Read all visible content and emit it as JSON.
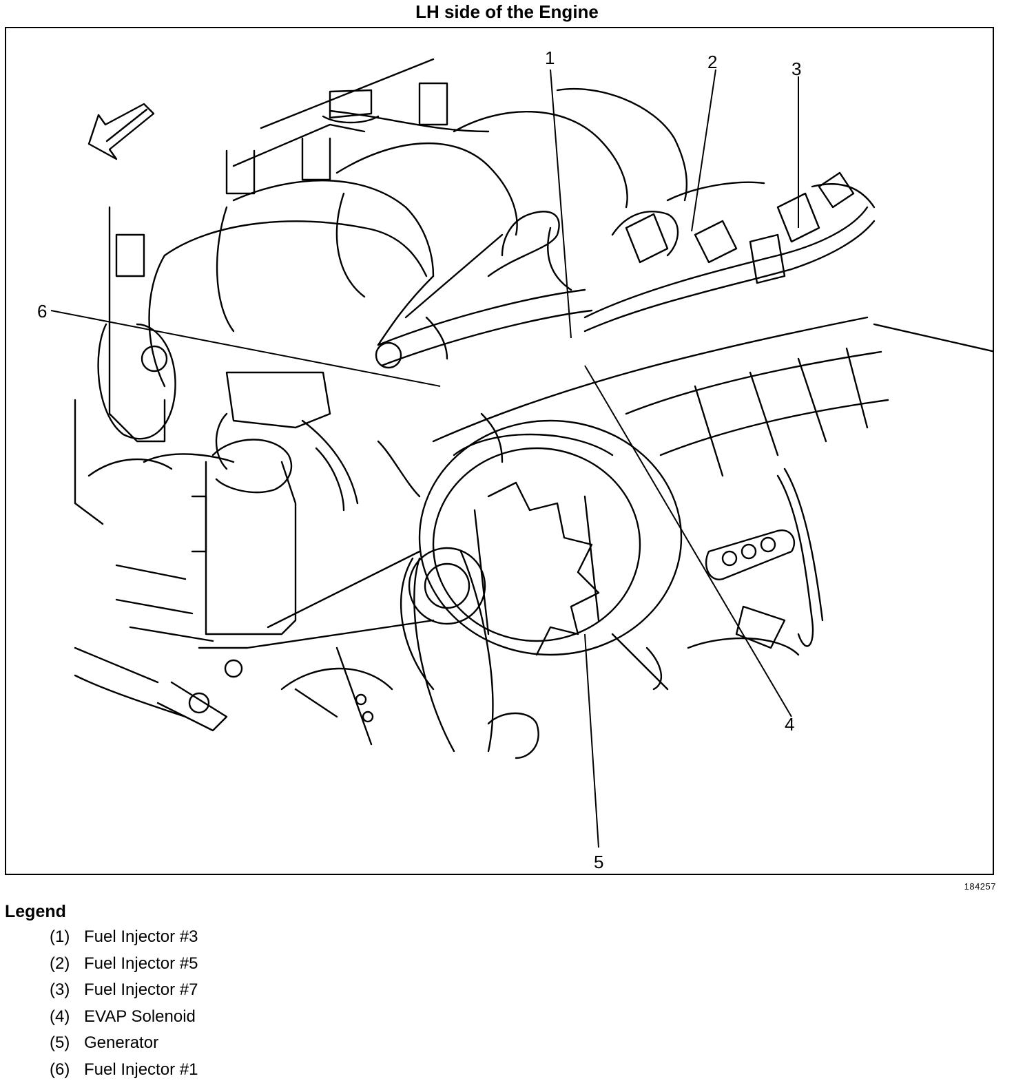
{
  "title": "LH side of the Engine",
  "figure_id": "184257",
  "callouts": [
    "1",
    "2",
    "3",
    "4",
    "5",
    "6"
  ],
  "legend": {
    "heading": "Legend",
    "items": [
      {
        "num": "(1)",
        "label": "Fuel Injector #3"
      },
      {
        "num": "(2)",
        "label": "Fuel Injector #5"
      },
      {
        "num": "(3)",
        "label": "Fuel Injector #7"
      },
      {
        "num": "(4)",
        "label": "EVAP Solenoid"
      },
      {
        "num": "(5)",
        "label": "Generator"
      },
      {
        "num": "(6)",
        "label": "Fuel Injector #1"
      }
    ]
  }
}
